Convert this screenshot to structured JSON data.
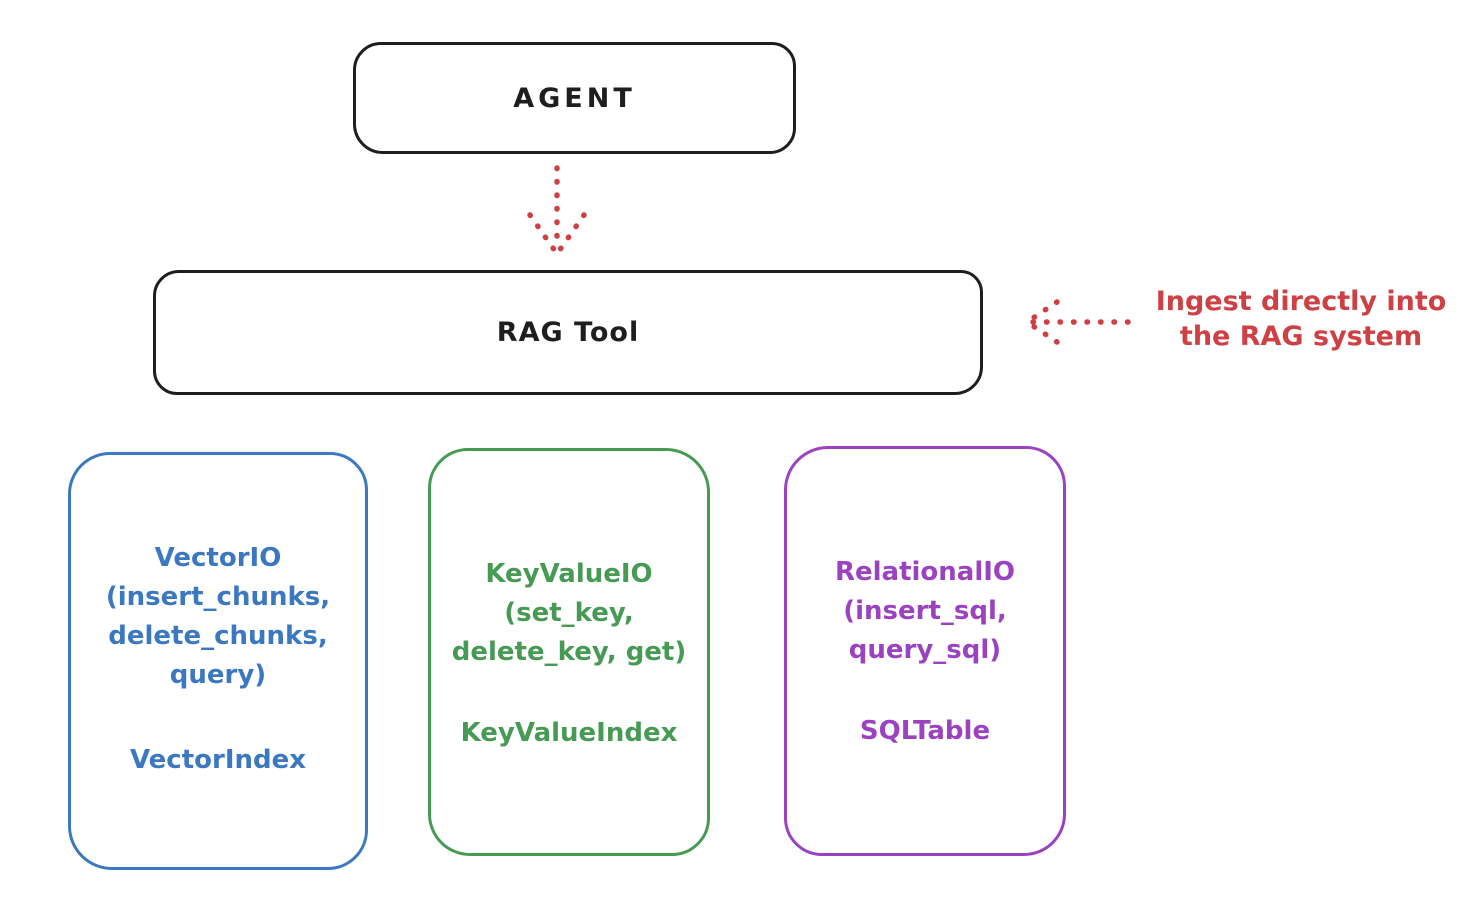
{
  "colors": {
    "ink": "#1e1e1e",
    "red": "#cd4145",
    "blue": "#3b78c0",
    "green": "#469a53",
    "purple": "#9a42c0",
    "background": "#ffffff"
  },
  "agent_box": {
    "label": "AGENT"
  },
  "rag_tool_box": {
    "label": "RAG Tool"
  },
  "annotation": {
    "text": "Ingest directly into\nthe RAG system"
  },
  "backends": [
    {
      "name": "vector-io",
      "label": "VectorIO\n(insert_chunks,\ndelete_chunks,\nquery)",
      "index_label": "VectorIndex",
      "color": "#3b78c0"
    },
    {
      "name": "key-value-io",
      "label": "KeyValueIO\n(set_key,\ndelete_key, get)",
      "index_label": "KeyValueIndex",
      "color": "#469a53"
    },
    {
      "name": "relational-io",
      "label": "RelationalIO\n(insert_sql,\nquery_sql)",
      "index_label": "SQLTable",
      "color": "#9a42c0"
    }
  ],
  "icons": {
    "agent_to_ragtool": "dotted-arrow-down",
    "annotation_to_ragtool": "dotted-arrow-left"
  }
}
